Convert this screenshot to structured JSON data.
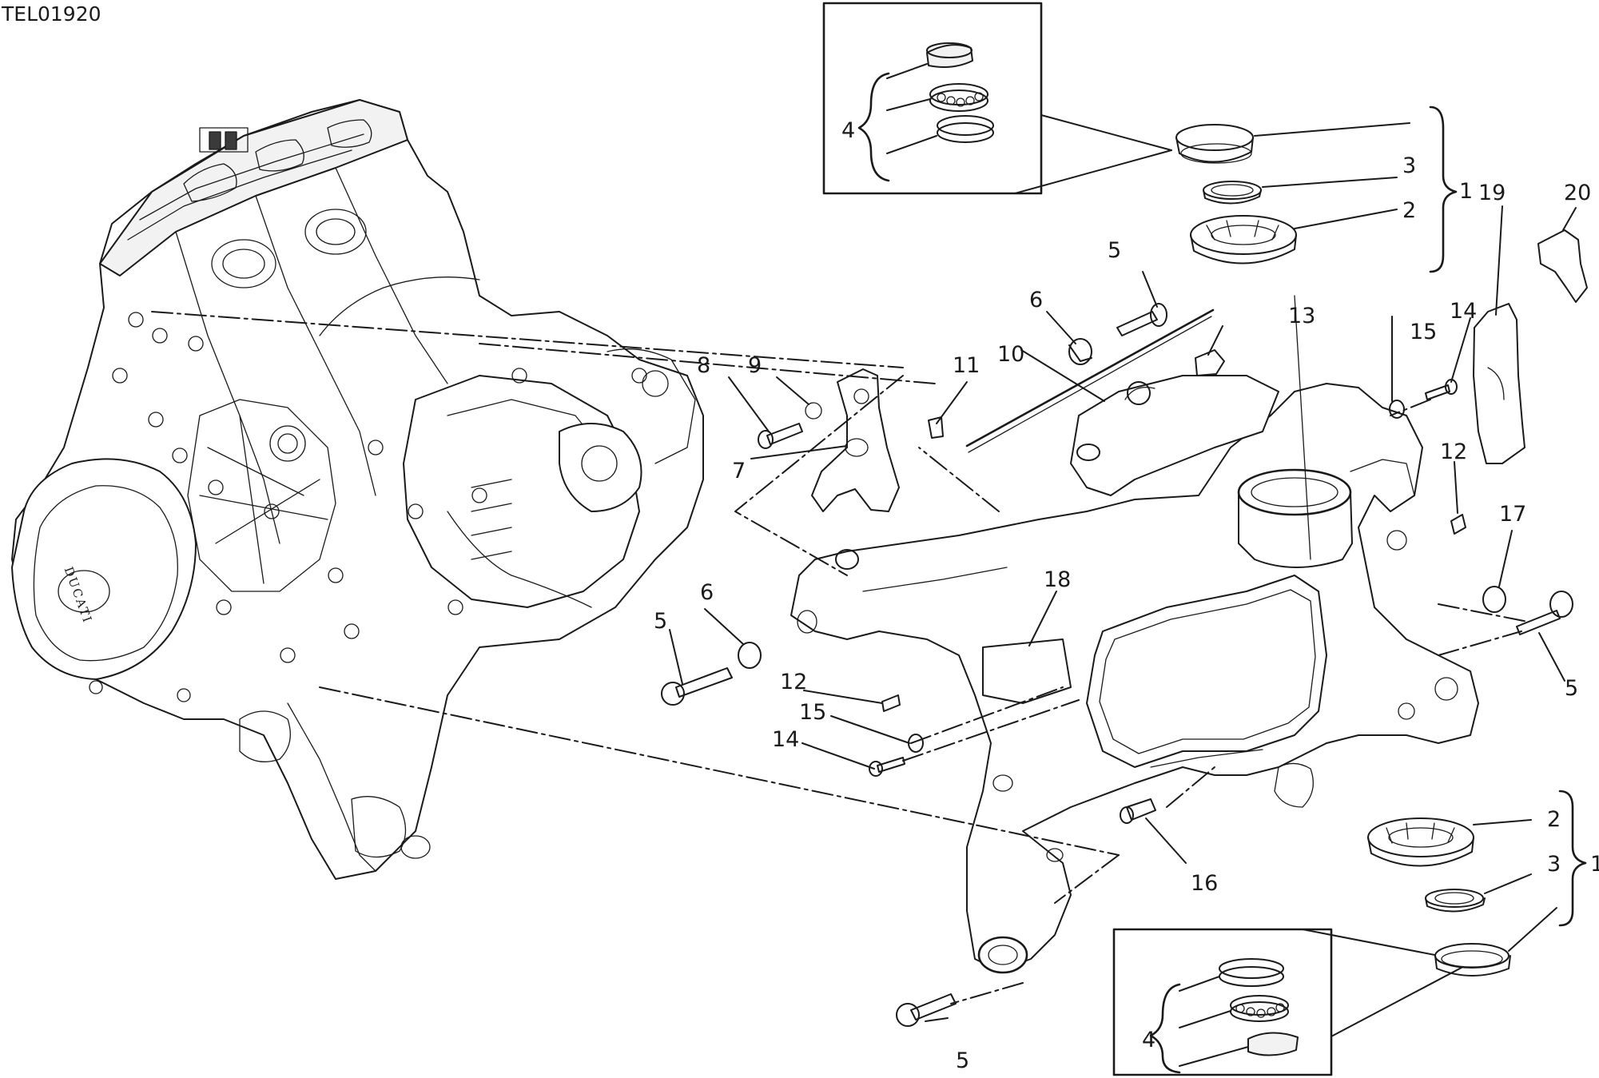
{
  "drawing_code": "TEL01920",
  "engine_brand_mark": "DUCATI",
  "callouts": {
    "c1_top": "1",
    "c2_top": "2",
    "c3_top": "3",
    "c4_top": "4",
    "c5_top": "5",
    "c6_top": "6",
    "c7": "7",
    "c8": "8",
    "c9": "9",
    "c10": "10",
    "c11": "11",
    "c12_right": "12",
    "c13": "13",
    "c14_right": "14",
    "c15_right": "15",
    "c19": "19",
    "c20": "20",
    "c17": "17",
    "c5_right": "5",
    "c6_left": "6",
    "c5_left": "5",
    "c18": "18",
    "c12_mid": "12",
    "c15_mid": "15",
    "c14_mid": "14",
    "c16": "16",
    "c2_bottom": "2",
    "c3_bottom": "3",
    "c1_bottom": "1",
    "c4_bottom": "4",
    "c5_bottom": "5"
  }
}
